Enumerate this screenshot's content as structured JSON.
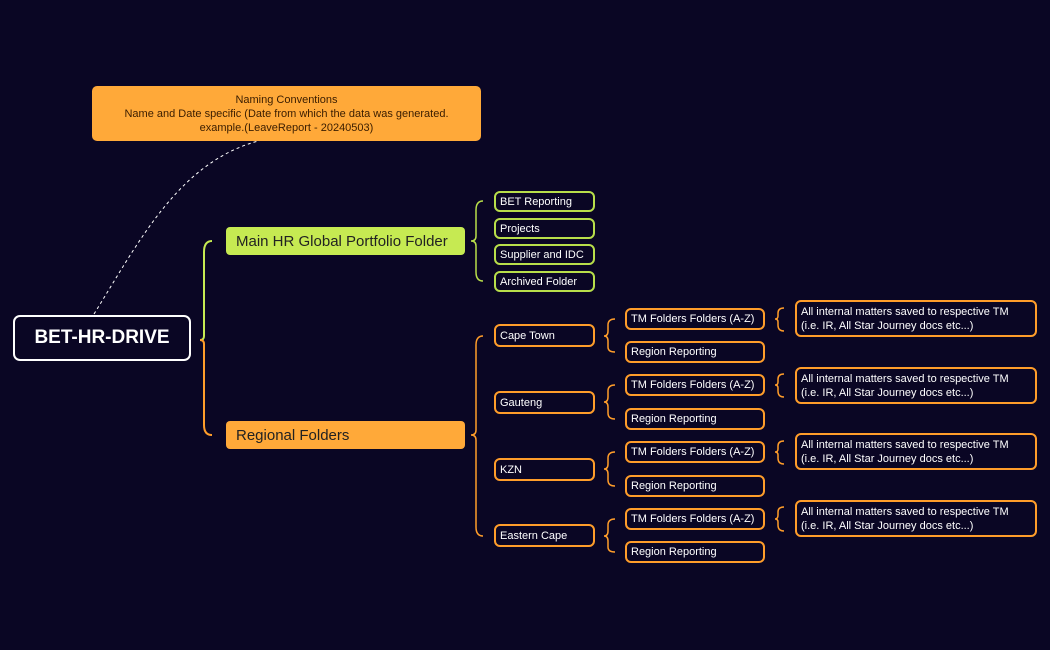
{
  "root": {
    "label": "BET-HR-DRIVE"
  },
  "callout": {
    "lines": [
      "Naming Conventions",
      "Name and Date specific (Date from which the data was generated.",
      "example.(LeaveReport - 20240503)"
    ]
  },
  "main_folder": {
    "label": "Main HR Global Portfolio Folder",
    "children": [
      "BET Reporting",
      "Projects",
      "Supplier and IDC",
      "Archived Folder"
    ]
  },
  "regional_folders": {
    "label": "Regional Folders",
    "regions": [
      {
        "name": "Cape Town",
        "tm_label": "TM Folders Folders (A-Z)",
        "reporting_label": "Region Reporting",
        "note": [
          "All internal matters saved to respective TM",
          "(i.e. IR, All Star Journey docs etc...)"
        ]
      },
      {
        "name": "Gauteng",
        "tm_label": "TM Folders Folders (A-Z)",
        "reporting_label": "Region Reporting",
        "note": [
          "All internal matters saved to respective TM",
          "(i.e. IR, All Star Journey docs etc...)"
        ]
      },
      {
        "name": "KZN",
        "tm_label": "TM Folders Folders (A-Z)",
        "reporting_label": "Region Reporting",
        "note": [
          "All internal matters saved to respective TM",
          "(i.e. IR, All Star Journey docs etc...)"
        ]
      },
      {
        "name": "Eastern Cape",
        "tm_label": "TM Folders Folders (A-Z)",
        "reporting_label": "Region Reporting",
        "note": [
          "All internal matters saved to respective TM",
          "(i.e. IR, All Star Journey docs etc...)"
        ]
      }
    ]
  },
  "colors": {
    "background": "#0a0624",
    "green": "#c6ea52",
    "orange": "#ffa939",
    "root_border": "#ffffff"
  }
}
